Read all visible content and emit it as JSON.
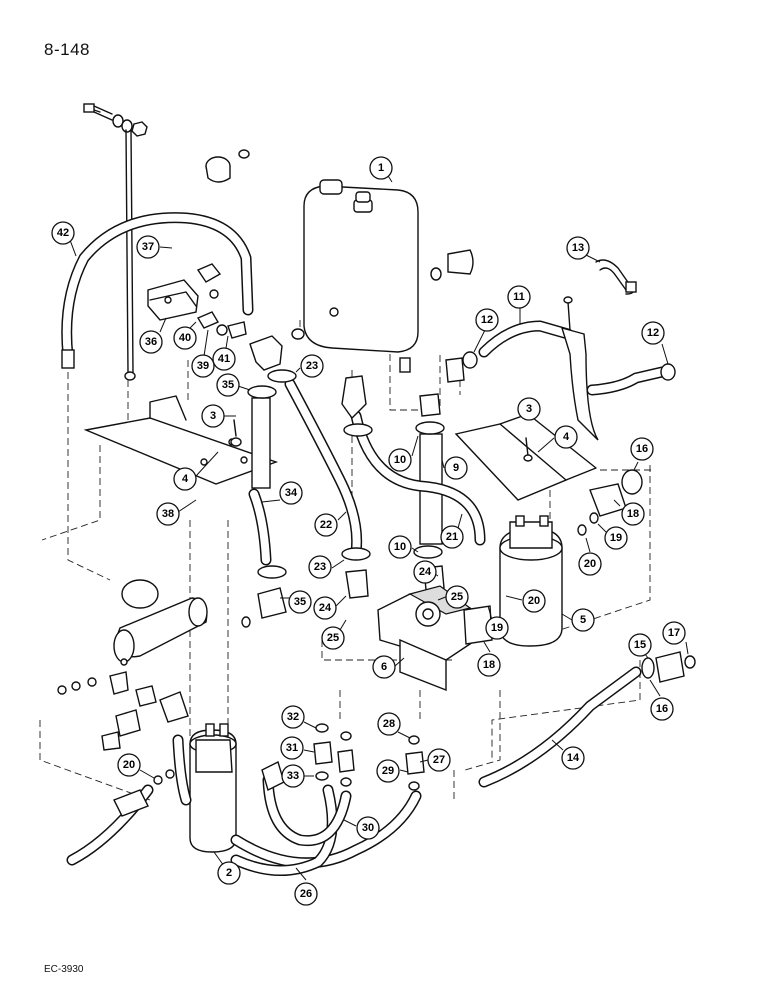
{
  "page_number": "8-148",
  "figure_code": "EC-3930",
  "callouts": [
    "1",
    "2",
    "3",
    "3",
    "4",
    "4",
    "5",
    "6",
    "9",
    "10",
    "10",
    "11",
    "12",
    "12",
    "13",
    "14",
    "15",
    "16",
    "16",
    "17",
    "18",
    "18",
    "19",
    "19",
    "20",
    "20",
    "20",
    "21",
    "22",
    "23",
    "23",
    "24",
    "24",
    "25",
    "25",
    "26",
    "27",
    "28",
    "29",
    "30",
    "31",
    "32",
    "33",
    "34",
    "35",
    "35",
    "36",
    "37",
    "38",
    "39",
    "40",
    "41",
    "42"
  ]
}
